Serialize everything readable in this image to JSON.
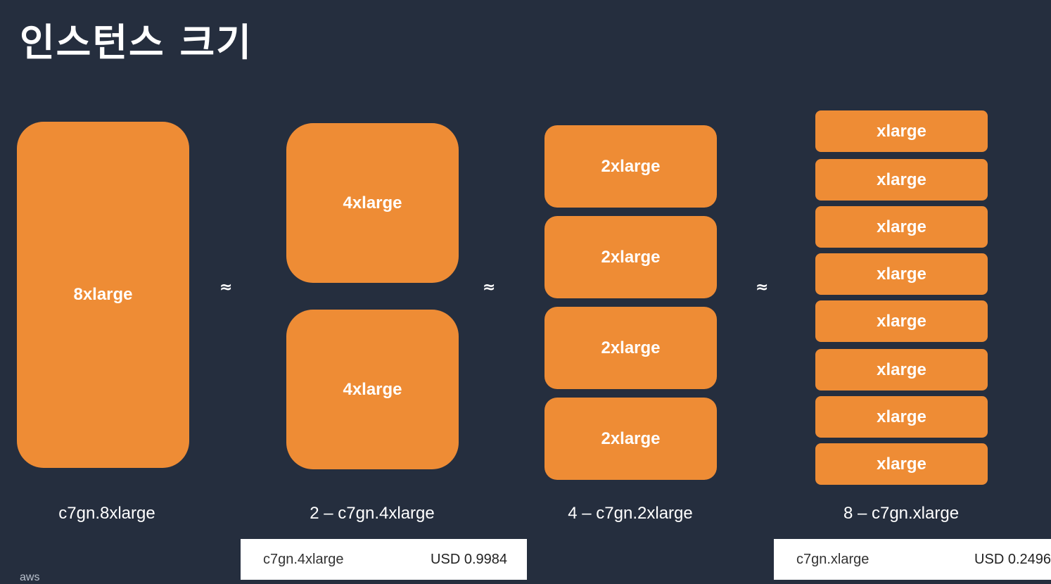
{
  "title": "인스턴스 크기",
  "approx_symbol": "≈",
  "groups": [
    {
      "boxes": [
        "8xlarge"
      ],
      "caption": "c7gn.8xlarge"
    },
    {
      "boxes": [
        "4xlarge",
        "4xlarge"
      ],
      "caption": "2 – c7gn.4xlarge"
    },
    {
      "boxes": [
        "2xlarge",
        "2xlarge",
        "2xlarge",
        "2xlarge"
      ],
      "caption": "4 – c7gn.2xlarge"
    },
    {
      "boxes": [
        "xlarge",
        "xlarge",
        "xlarge",
        "xlarge",
        "xlarge",
        "xlarge",
        "xlarge",
        "xlarge"
      ],
      "caption": "8 – c7gn.xlarge"
    }
  ],
  "prices": [
    {
      "instance": "c7gn.4xlarge",
      "price": "USD 0.9984"
    },
    {
      "instance": "c7gn.xlarge",
      "price": "USD 0.2496"
    }
  ],
  "footer": "aws",
  "colors": {
    "background": "#252e3e",
    "box": "#ee8c35",
    "text": "#ffffff"
  }
}
